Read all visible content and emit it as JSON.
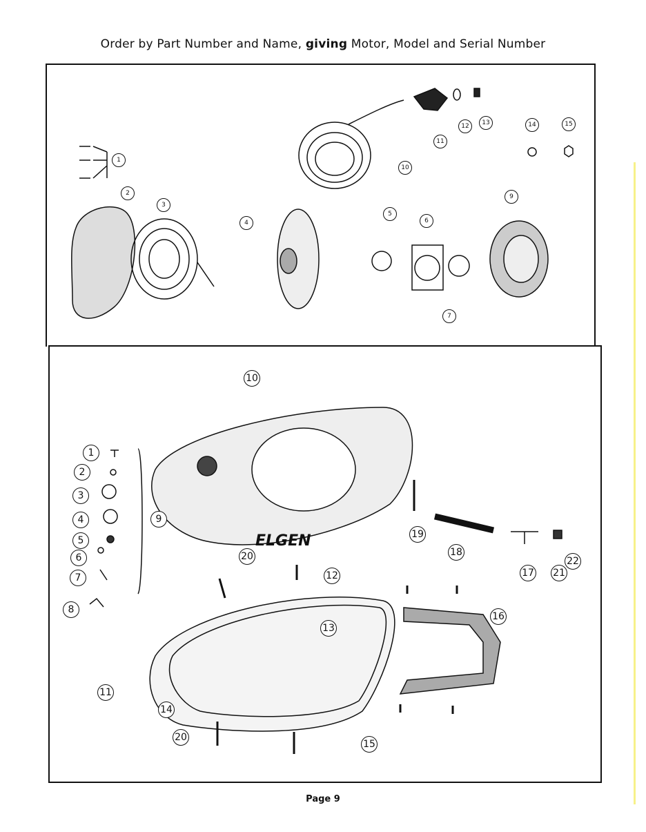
{
  "header": {
    "pre": "Order by Part Number and Name, ",
    "bold": "giving",
    "post": " Motor, Model and Serial Number"
  },
  "top_panel": {
    "callouts": [
      "1",
      "2",
      "3",
      "4",
      "5",
      "6",
      "7",
      "9",
      "10",
      "11",
      "12",
      "13",
      "14",
      "15"
    ]
  },
  "bottom_panel": {
    "callouts": [
      "10",
      "1",
      "2",
      "3",
      "4",
      "5",
      "6",
      "7",
      "8",
      "9",
      "19",
      "18",
      "17",
      "21",
      "22",
      "20",
      "12",
      "16",
      "13",
      "11",
      "14",
      "20",
      "15"
    ],
    "logo_text": "ELGEN"
  },
  "footer": {
    "page": "Page 9"
  }
}
